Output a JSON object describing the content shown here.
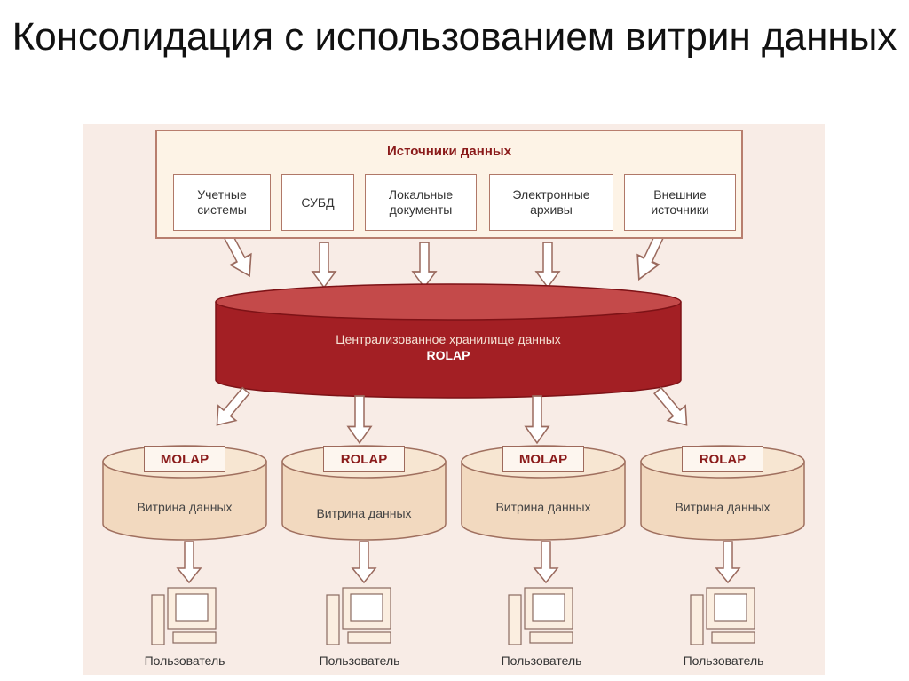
{
  "slide": {
    "title": "Консолидация с использованием витрин данных"
  },
  "sources": {
    "title": "Источники данных",
    "items": [
      {
        "label": "Учетные\nсистемы"
      },
      {
        "label": "СУБД"
      },
      {
        "label": "Локальные\nдокументы"
      },
      {
        "label": "Электронные\nархивы"
      },
      {
        "label": "Внешние\nисточники"
      }
    ]
  },
  "warehouse": {
    "label": "Централизованное хранилище данных",
    "technology": "ROLAP"
  },
  "marts": [
    {
      "technology": "MOLAP",
      "label": "Витрина данных"
    },
    {
      "technology": "ROLAP",
      "label": "Витрина данных"
    },
    {
      "technology": "MOLAP",
      "label": "Витрина данных"
    },
    {
      "technology": "ROLAP",
      "label": "Витрина данных"
    }
  ],
  "users": [
    {
      "label": "Пользователь"
    },
    {
      "label": "Пользователь"
    },
    {
      "label": "Пользователь"
    },
    {
      "label": "Пользователь"
    }
  ],
  "colors": {
    "warehouse_fill": "#a31f24",
    "warehouse_top": "#c44a4a",
    "mart_fill": "#f2d9bf",
    "accent_text": "#8a1a1a",
    "panel_bg": "#f8ece6"
  }
}
